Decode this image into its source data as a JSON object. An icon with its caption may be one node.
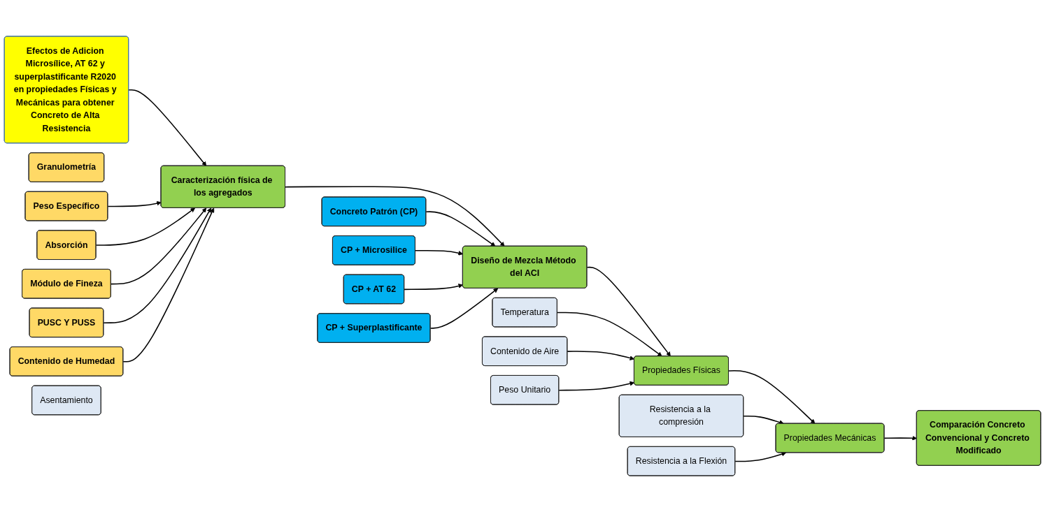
{
  "diagram": {
    "nodes": [
      {
        "text": [
          "Efectos de Adicion Microsílice, AT 62 y superplastificante R2020 en propiedades Físicas y Mecánicas para obtener Concreto de Alta Resistencia"
        ]
      },
      {
        "text": [
          "Granulometría"
        ]
      },
      {
        "text": [
          "Caracterización física de los agregados"
        ]
      },
      {
        "text": [
          "Módulo de Fineza"
        ]
      },
      {
        "text": [
          "Peso Específico"
        ]
      },
      {
        "text": [
          "PUSC Y PUSS"
        ]
      },
      {
        "text": [
          "Absorción"
        ]
      },
      {
        "text": [
          "Contenido de Humedad"
        ]
      },
      {
        "text": [
          "Diseño de Mezcla Método del ACI"
        ]
      },
      {
        "text": [
          "Resistencia a la compresión"
        ]
      },
      {
        "text": [
          "Concreto Patrón (CP)"
        ]
      },
      {
        "text": [
          "Propiedades Físicas"
        ]
      },
      {
        "text": [
          "Propiedades Mecánicas"
        ]
      },
      {
        "text": [
          "Comparación Concreto Convencional y Concreto Modificado"
        ]
      },
      {
        "text": [
          "CP + Microsilice"
        ]
      },
      {
        "text": [
          "Contenido de Aire"
        ]
      },
      {
        "text": [
          "CP + AT 62"
        ]
      },
      {
        "text": [
          "CP + Superplastificante"
        ]
      },
      {
        "text": [
          "Asentamiento"
        ]
      },
      {
        "text": [
          "Temperatura"
        ]
      },
      {
        "text": [
          "Resistencia a la Flexión"
        ]
      },
      {
        "text": [
          "Peso Unitario"
        ]
      }
    ],
    "edges": [
      {
        "from": 0,
        "to": 2,
        "arrow": "to"
      },
      {
        "from": 4,
        "to": 2,
        "arrow": "to"
      },
      {
        "from": 6,
        "to": 2,
        "arrow": "to"
      },
      {
        "from": 3,
        "to": 2,
        "arrow": "to"
      },
      {
        "from": 5,
        "to": 2,
        "arrow": "to"
      },
      {
        "from": 7,
        "to": 2,
        "arrow": "to"
      },
      {
        "from": 2,
        "to": 8,
        "arrow": "to"
      },
      {
        "from": 10,
        "to": 8,
        "arrow": "to"
      },
      {
        "from": 14,
        "to": 8,
        "arrow": "to"
      },
      {
        "from": 16,
        "to": 8,
        "arrow": "to"
      },
      {
        "from": 17,
        "to": 8,
        "arrow": "to"
      },
      {
        "from": 8,
        "to": 11,
        "arrow": "to"
      },
      {
        "from": 19,
        "to": 11,
        "arrow": "to"
      },
      {
        "from": 15,
        "to": 11,
        "arrow": "to"
      },
      {
        "from": 21,
        "to": 11,
        "arrow": "to"
      },
      {
        "from": 11,
        "to": 12,
        "arrow": "to"
      },
      {
        "from": 9,
        "to": 12,
        "arrow": "to"
      },
      {
        "from": 20,
        "to": 12,
        "arrow": "to"
      },
      {
        "from": 12,
        "to": 13,
        "arrow": "to"
      }
    ]
  }
}
